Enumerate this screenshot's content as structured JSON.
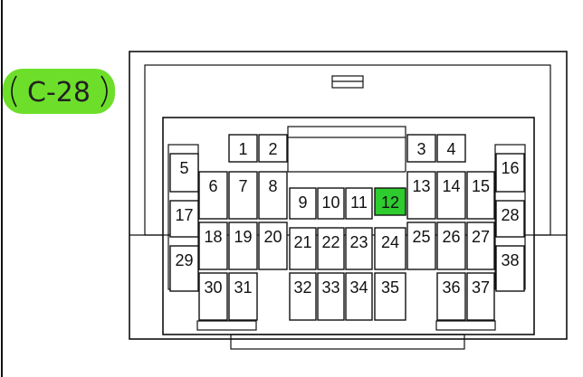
{
  "connector": {
    "label": "C-28",
    "highlight_color": "#6ddf2a",
    "highlighted_pin_color": "#2ecc2e"
  },
  "pins": [
    {
      "label": "1"
    },
    {
      "label": "2"
    },
    {
      "label": "3"
    },
    {
      "label": "4"
    },
    {
      "label": "5"
    },
    {
      "label": "6"
    },
    {
      "label": "7"
    },
    {
      "label": "8"
    },
    {
      "label": "9"
    },
    {
      "label": "10"
    },
    {
      "label": "11"
    },
    {
      "label": "12",
      "highlighted": true
    },
    {
      "label": "13"
    },
    {
      "label": "14"
    },
    {
      "label": "15"
    },
    {
      "label": "16"
    },
    {
      "label": "17"
    },
    {
      "label": "18"
    },
    {
      "label": "19"
    },
    {
      "label": "20"
    },
    {
      "label": "21"
    },
    {
      "label": "22"
    },
    {
      "label": "23"
    },
    {
      "label": "24"
    },
    {
      "label": "25"
    },
    {
      "label": "26"
    },
    {
      "label": "27"
    },
    {
      "label": "28"
    },
    {
      "label": "29"
    },
    {
      "label": "30"
    },
    {
      "label": "31"
    },
    {
      "label": "32"
    },
    {
      "label": "33"
    },
    {
      "label": "34"
    },
    {
      "label": "35"
    },
    {
      "label": "36"
    },
    {
      "label": "37"
    },
    {
      "label": "38"
    }
  ]
}
